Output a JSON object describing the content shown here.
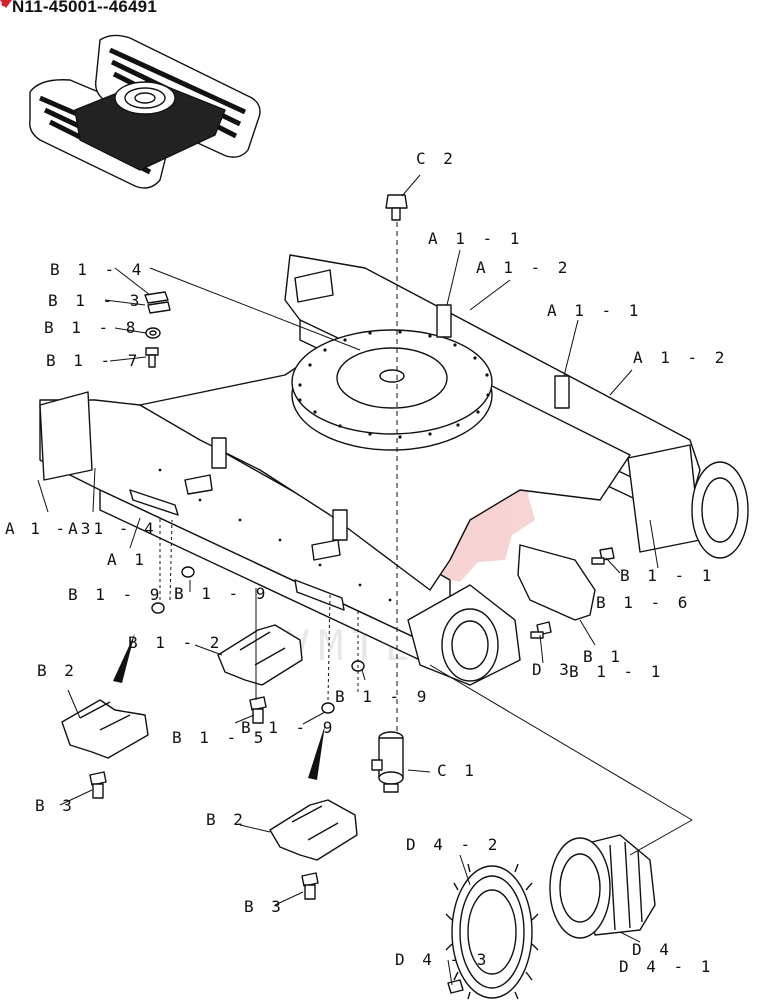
{
  "header": {
    "serial_text": "N11-45001--46491"
  },
  "colors": {
    "line": "#111111",
    "watermark": "#e23a3a",
    "brand_mark": "#d8202a"
  },
  "callouts": {
    "c2": "C 2",
    "a1_1_top": "A 1 - 1",
    "a1_2_top": "A 1 - 2",
    "b1_4": "B 1 - 4",
    "b1_3": "B 1 - 3",
    "b1_8": "B 1 - 8",
    "b1_7": "B 1 - 7",
    "a1_1_right": "A 1 - 1",
    "a1_2_right": "A 1 - 2",
    "a1_a3": "A 1 -A31 - 4",
    "a1": "A 1",
    "b1_1_right": "B 1 - 1",
    "b1_6": "B 1 - 6",
    "b1": "B 1",
    "d3": "D 3",
    "b1_1_lower": "B 1 - 1",
    "b1_9_a": "B 1 - 9",
    "b1_9_b": "B 1 - 9",
    "b1_2": "B 1 - 2",
    "b2_left": "B 2",
    "b1_9_c": "B 1 - 9",
    "b1_5": "B 1 - 5",
    "b1_9_d": "B 1 - 9",
    "b3_left": "B 3",
    "c1": "C 1",
    "b2_mid": "B 2",
    "b3_mid": "B 3",
    "d4_2": "D 4 - 2",
    "d4": "D 4",
    "d4_1": "D 4 - 1",
    "d4_3": "D 4 - 3"
  },
  "icons": {
    "brand_mark": "red-corner-mark-icon",
    "watermark": "gear-logo-watermark-icon"
  }
}
